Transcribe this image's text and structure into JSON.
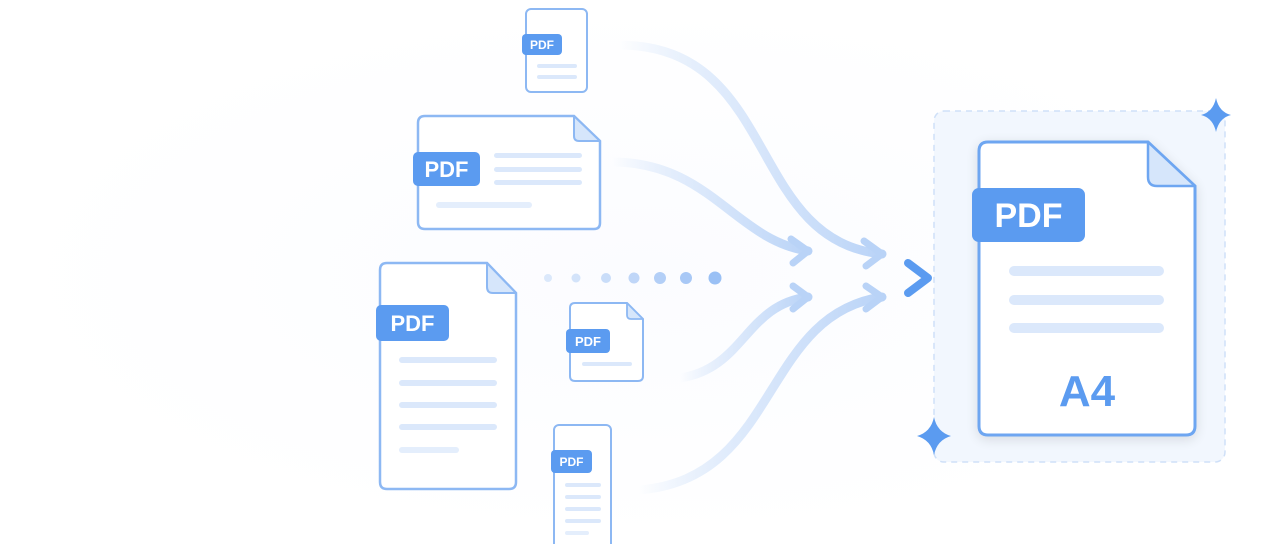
{
  "diagram": {
    "source_documents": [
      {
        "id": "doc-small-top",
        "badge": "PDF"
      },
      {
        "id": "doc-landscape",
        "badge": "PDF"
      },
      {
        "id": "doc-tall",
        "badge": "PDF"
      },
      {
        "id": "doc-small-middle",
        "badge": "PDF"
      },
      {
        "id": "doc-narrow-bottom",
        "badge": "PDF"
      }
    ],
    "output_document": {
      "badge": "PDF",
      "page_size": "A4"
    },
    "colors": {
      "primary": "#5b9bf0",
      "outline": "#7aaef2",
      "badge": "#5b9bf0",
      "badge_text": "#ffffff",
      "placeholder_line": "#dbe8fb",
      "arrow": "#b9d3f7",
      "arrow_strong": "#5b9bf0",
      "panel": "#f2f7fe",
      "panel_border": "#cfe0f8",
      "sparkle": "#5b9bf0"
    },
    "icons": [
      "pdf-document-icon",
      "merge-arrow-icon",
      "sparkle-icon"
    ]
  }
}
